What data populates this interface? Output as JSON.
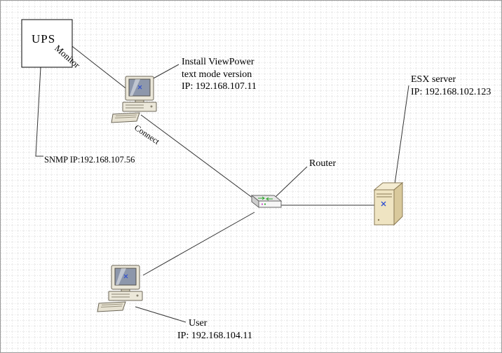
{
  "diagram": {
    "ups": {
      "label": "UPS"
    },
    "snmp": {
      "label": "SNMP IP:192.168.107.56"
    },
    "viewpower": {
      "line1": "Install ViewPower",
      "line2": "text mode version",
      "line3": "IP: 192.168.107.11"
    },
    "router": {
      "label": "Router"
    },
    "esx": {
      "line1": "ESX server",
      "line2": "IP: 192.168.102.123"
    },
    "user": {
      "line1": "User",
      "line2": "IP: 192.168.104.11"
    },
    "edges": {
      "monitor": "Monitor",
      "connect": "Connect"
    },
    "colors": {
      "line": "#333333",
      "grid": "#c8c8c8",
      "case_fill": "#ece8da",
      "server_fill": "#efe4c2",
      "accent_blue": "#2f4fd0",
      "accent_green": "#2aa52a"
    }
  }
}
